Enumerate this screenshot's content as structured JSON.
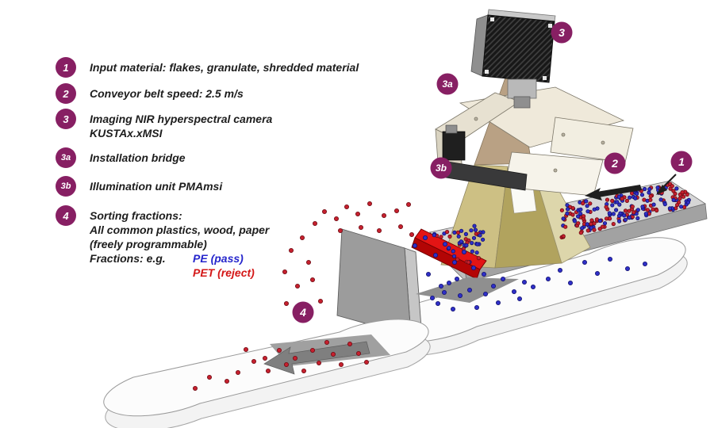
{
  "colors": {
    "badge": "#871f63",
    "text": "#1d1d1d",
    "pass_blue": "#2525cc",
    "reject_red": "#d41717",
    "belt_gray": "#d6d6d6",
    "cone_khaki": "#cdc084",
    "ejector_red": "#e31414"
  },
  "legend": {
    "rows": [
      {
        "badge": "1",
        "lines": [
          "Input material: flakes, granulate, shredded material"
        ]
      },
      {
        "badge": "2",
        "lines": [
          "Conveyor belt speed: 2.5 m/s"
        ]
      },
      {
        "badge": "3",
        "lines": [
          "Imaging NIR hyperspectral camera",
          "KUSTAx.xMSI"
        ]
      },
      {
        "badge": "3a",
        "lines": [
          "Installation bridge"
        ]
      },
      {
        "badge": "3b",
        "lines": [
          "Illumination unit PMAmsi"
        ]
      },
      {
        "badge": "4",
        "lines": [
          "Sorting fractions:",
          "All common plastics, wood, paper",
          "(freely programmable)"
        ],
        "fractions_label": "Fractions: e.g.",
        "fraction_pass": "PE (pass)",
        "fraction_reject": "PET (reject)"
      }
    ]
  },
  "diagram": {
    "badges": [
      {
        "id": "3",
        "label": "3"
      },
      {
        "id": "3a",
        "label": "3a"
      },
      {
        "id": "3b",
        "label": "3b"
      },
      {
        "id": "2",
        "label": "2"
      },
      {
        "id": "1",
        "label": "1"
      },
      {
        "id": "4",
        "label": "4"
      }
    ],
    "dots": {
      "belt_dot_count": 360,
      "pass_fill": "#2f2fc8",
      "pass_ring": "#12126e",
      "reject_fill": "#c6202e",
      "reject_ring": "#6e0a12"
    }
  }
}
